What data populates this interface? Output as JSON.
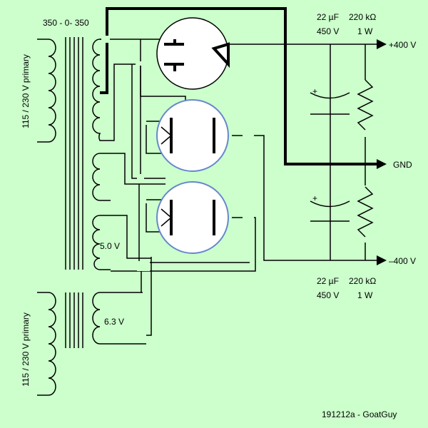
{
  "labels": {
    "transformer_top": "350 - 0- 350",
    "primary_top": "115 / 230 V primary",
    "primary_bottom": "115 / 230 V primary",
    "winding_5v": "5.0 V",
    "winding_6v3": "6.3 V",
    "cap_top_value": "22 µF",
    "cap_top_voltage": "450 V",
    "res_top_value": "220 kΩ",
    "res_top_power": "1 W",
    "cap_bot_value": "22 µF",
    "cap_bot_voltage": "450 V",
    "res_bot_value": "220 kΩ",
    "res_bot_power": "1 W",
    "out_plus": "+400 V",
    "out_gnd": "GND",
    "out_minus": "–400 V",
    "credit": "191212a - GoatGuy"
  },
  "colors": {
    "background": "#ccffcc",
    "wire": "#000000",
    "tube_envelope_blue": "#6688cc",
    "tube_fill": "#ffffff"
  }
}
